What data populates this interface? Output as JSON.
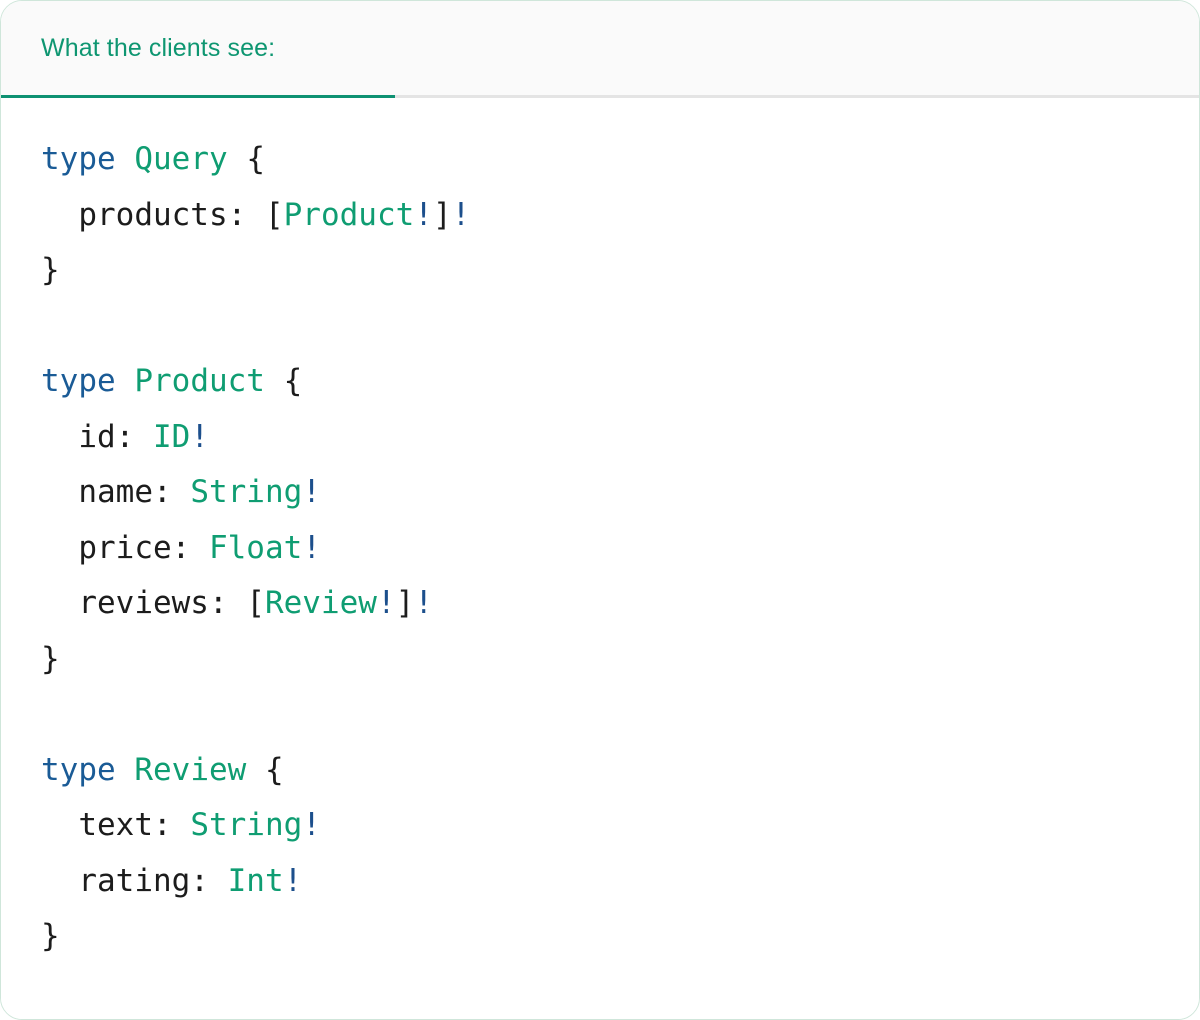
{
  "card": {
    "border_color": "#cfe6da",
    "background": "#ffffff"
  },
  "tabs": {
    "active_index": 0,
    "items": [
      {
        "label": "What the clients see:",
        "active": true
      }
    ],
    "active_color": "#0e9671",
    "underline_color": "#0e9172",
    "bar_background": "#fafafa"
  },
  "code": {
    "language": "graphql",
    "colors": {
      "keyword": "#1a5b96",
      "type_name": "#0f9d72",
      "non_null": "#1c4f8c",
      "punctuation": "#1c1c1c",
      "text": "#1c1c1c"
    },
    "lines": [
      {
        "tokens": [
          {
            "t": "type",
            "c": "kw"
          },
          {
            "t": " ",
            "c": "pn"
          },
          {
            "t": "Query",
            "c": "tn"
          },
          {
            "t": " {",
            "c": "pn"
          }
        ]
      },
      {
        "tokens": [
          {
            "t": "  products: ",
            "c": "pn"
          },
          {
            "t": "[",
            "c": "pn"
          },
          {
            "t": "Product",
            "c": "tn"
          },
          {
            "t": "!",
            "c": "bang"
          },
          {
            "t": "]",
            "c": "pn"
          },
          {
            "t": "!",
            "c": "bang"
          }
        ]
      },
      {
        "tokens": [
          {
            "t": "}",
            "c": "pn"
          }
        ]
      },
      {
        "tokens": []
      },
      {
        "tokens": [
          {
            "t": "type",
            "c": "kw"
          },
          {
            "t": " ",
            "c": "pn"
          },
          {
            "t": "Product",
            "c": "tn"
          },
          {
            "t": " {",
            "c": "pn"
          }
        ]
      },
      {
        "tokens": [
          {
            "t": "  id: ",
            "c": "pn"
          },
          {
            "t": "ID",
            "c": "tn"
          },
          {
            "t": "!",
            "c": "bang"
          }
        ]
      },
      {
        "tokens": [
          {
            "t": "  name: ",
            "c": "pn"
          },
          {
            "t": "String",
            "c": "tn"
          },
          {
            "t": "!",
            "c": "bang"
          }
        ]
      },
      {
        "tokens": [
          {
            "t": "  price: ",
            "c": "pn"
          },
          {
            "t": "Float",
            "c": "tn"
          },
          {
            "t": "!",
            "c": "bang"
          }
        ]
      },
      {
        "tokens": [
          {
            "t": "  reviews: ",
            "c": "pn"
          },
          {
            "t": "[",
            "c": "pn"
          },
          {
            "t": "Review",
            "c": "tn"
          },
          {
            "t": "!",
            "c": "bang"
          },
          {
            "t": "]",
            "c": "pn"
          },
          {
            "t": "!",
            "c": "bang"
          }
        ]
      },
      {
        "tokens": [
          {
            "t": "}",
            "c": "pn"
          }
        ]
      },
      {
        "tokens": []
      },
      {
        "tokens": [
          {
            "t": "type",
            "c": "kw"
          },
          {
            "t": " ",
            "c": "pn"
          },
          {
            "t": "Review",
            "c": "tn"
          },
          {
            "t": " {",
            "c": "pn"
          }
        ]
      },
      {
        "tokens": [
          {
            "t": "  text: ",
            "c": "pn"
          },
          {
            "t": "String",
            "c": "tn"
          },
          {
            "t": "!",
            "c": "bang"
          }
        ]
      },
      {
        "tokens": [
          {
            "t": "  rating: ",
            "c": "pn"
          },
          {
            "t": "Int",
            "c": "tn"
          },
          {
            "t": "!",
            "c": "bang"
          }
        ]
      },
      {
        "tokens": [
          {
            "t": "}",
            "c": "pn"
          }
        ]
      }
    ]
  }
}
